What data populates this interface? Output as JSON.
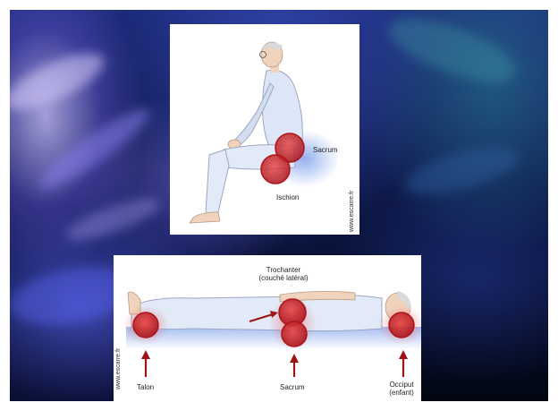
{
  "slide": {
    "background_colors": [
      "#1c2a7a",
      "#0b1540",
      "#8e80f0",
      "#2e8a9a"
    ]
  },
  "seated_illustration": {
    "labels": {
      "sacrum": "Sacrum",
      "ischion": "Ischion"
    },
    "watermark": "www.escarre.fr",
    "pressure_points": [
      "sacrum",
      "ischion"
    ]
  },
  "lying_illustration": {
    "labels": {
      "trochanter_line1": "Trochanter",
      "trochanter_line2": "(couché latéral)",
      "talon": "Talon",
      "sacrum": "Sacrum",
      "occiput_line1": "Occiput",
      "occiput_line2": "(enfant)"
    },
    "watermark": "www.escarre.fr",
    "pressure_points": [
      "talon",
      "sacrum",
      "trochanter",
      "occiput"
    ]
  },
  "colors": {
    "pressure_red": "#c0171b",
    "pressure_glow": "#e84a4a",
    "arrow": "#9c1414",
    "pajama_blue": "#dde6f6",
    "mattress_blue": "#3a6ee0"
  }
}
